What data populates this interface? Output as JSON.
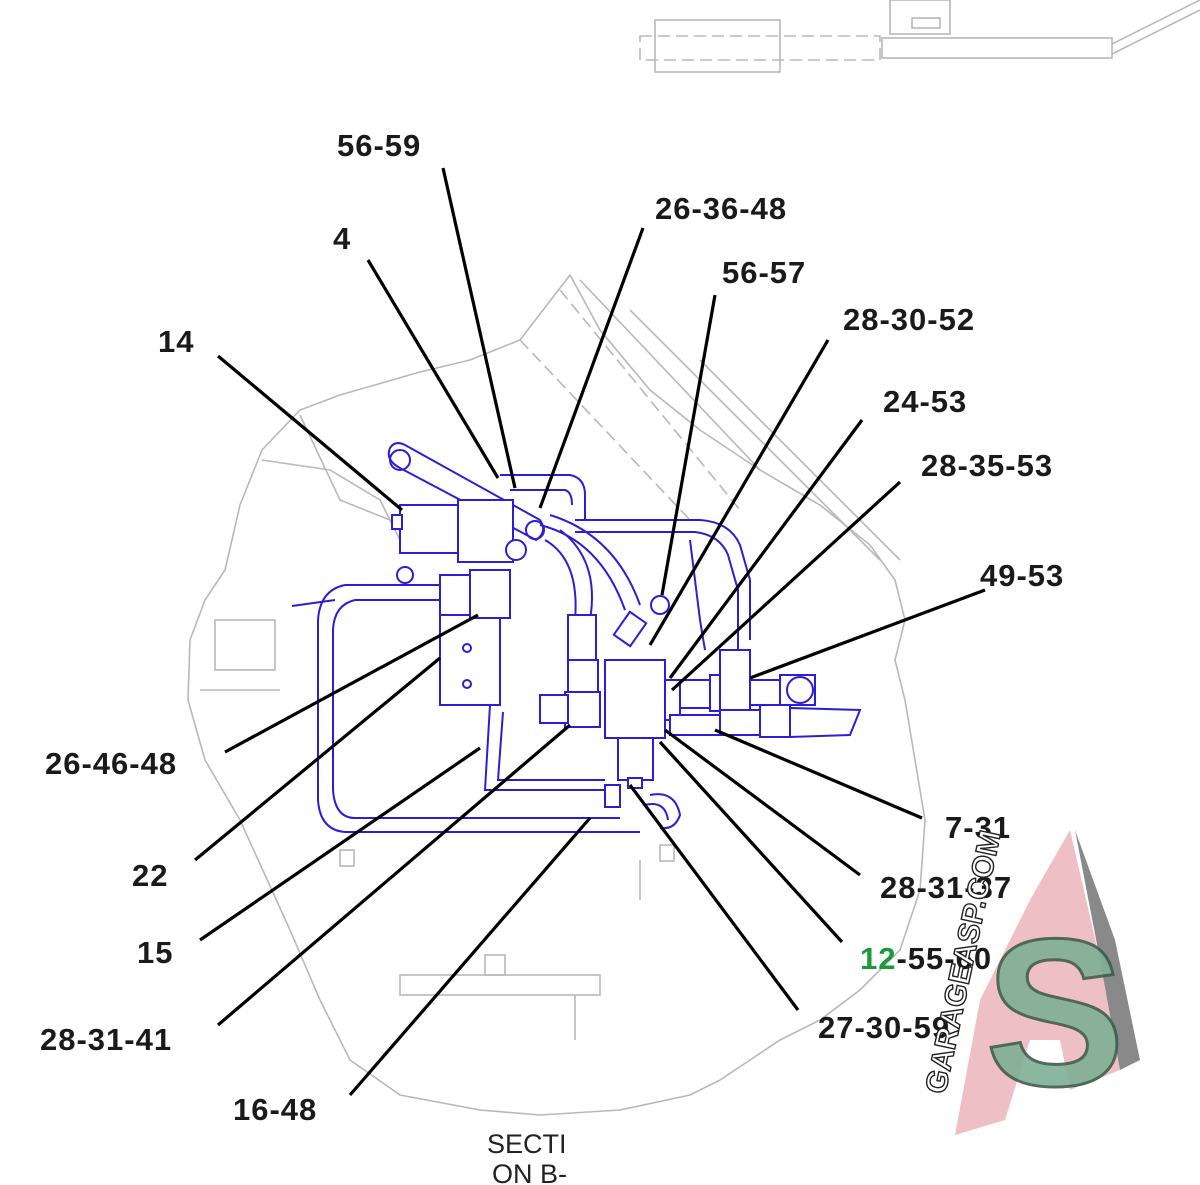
{
  "diagram": {
    "callouts": {
      "c_56_59": "56-59",
      "c_4": "4",
      "c_26_36_48": "26-36-48",
      "c_56_57": "56-57",
      "c_14": "14",
      "c_28_30_52": "28-30-52",
      "c_24_53": "24-53",
      "c_28_35_53": "28-35-53",
      "c_49_53": "49-53",
      "c_26_46_48": "26-46-48",
      "c_22": "22",
      "c_15": "15",
      "c_28_31_41": "28-31-41",
      "c_16_48": "16-48",
      "c_7_31": "7-31",
      "c_28_31_37": "28-31-37",
      "c_12_55_60_num": "12",
      "c_12_55_60_rest": "-55-60",
      "c_27_30_59": "27-30-59"
    },
    "section_label_line1": "SECTI",
    "section_label_line2": "ON B-",
    "watermark_text": "GARAGEASP.COM",
    "watermark_letter": "S",
    "colors": {
      "hydraulic": "#2a1fd6",
      "ghost": "#b8b8b8",
      "leader": "#000000",
      "highlight": "#1a9a3a"
    }
  }
}
